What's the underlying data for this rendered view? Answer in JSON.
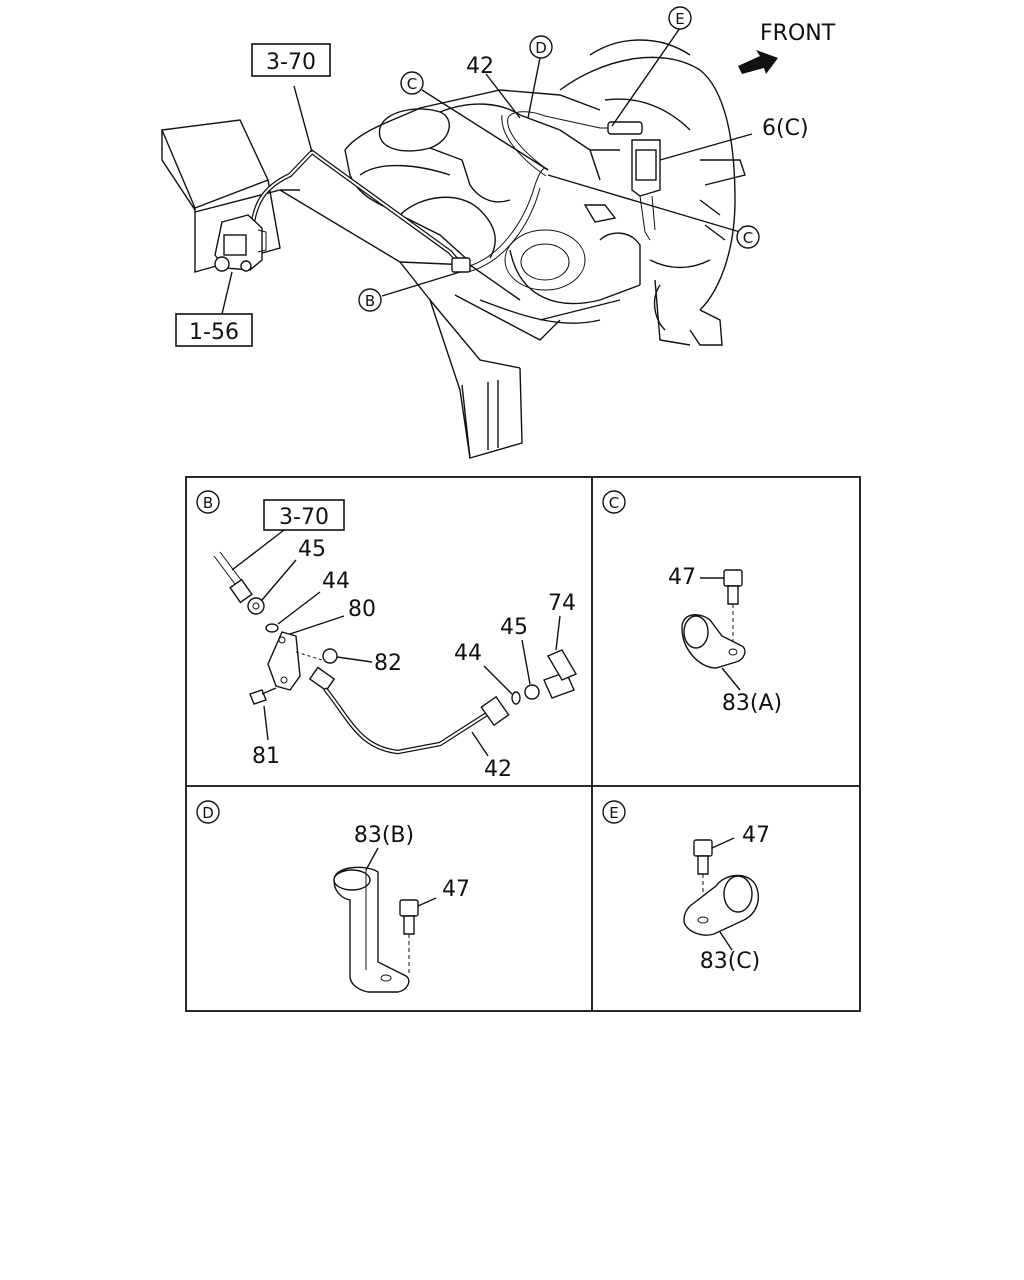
{
  "main_view": {
    "front_label": "FRONT",
    "ref_3_70": "3-70",
    "ref_1_56": "1-56",
    "label_42": "42",
    "label_6c": "6(C)",
    "callouts": {
      "b": "B",
      "c": "C",
      "d": "D",
      "e": "E"
    }
  },
  "panel_b": {
    "title": "B",
    "ref": "3-70",
    "labels": {
      "p45a": "45",
      "p44a": "44",
      "p80": "80",
      "p82": "82",
      "p81": "81",
      "p44b": "44",
      "p45b": "45",
      "p74": "74",
      "p42": "42"
    }
  },
  "panel_c": {
    "title": "C",
    "labels": {
      "p47": "47",
      "p83": "83(A)"
    }
  },
  "panel_d": {
    "title": "D",
    "labels": {
      "p47": "47",
      "p83": "83(B)"
    }
  },
  "panel_e": {
    "title": "E",
    "labels": {
      "p47": "47",
      "p83": "83(C)"
    }
  }
}
